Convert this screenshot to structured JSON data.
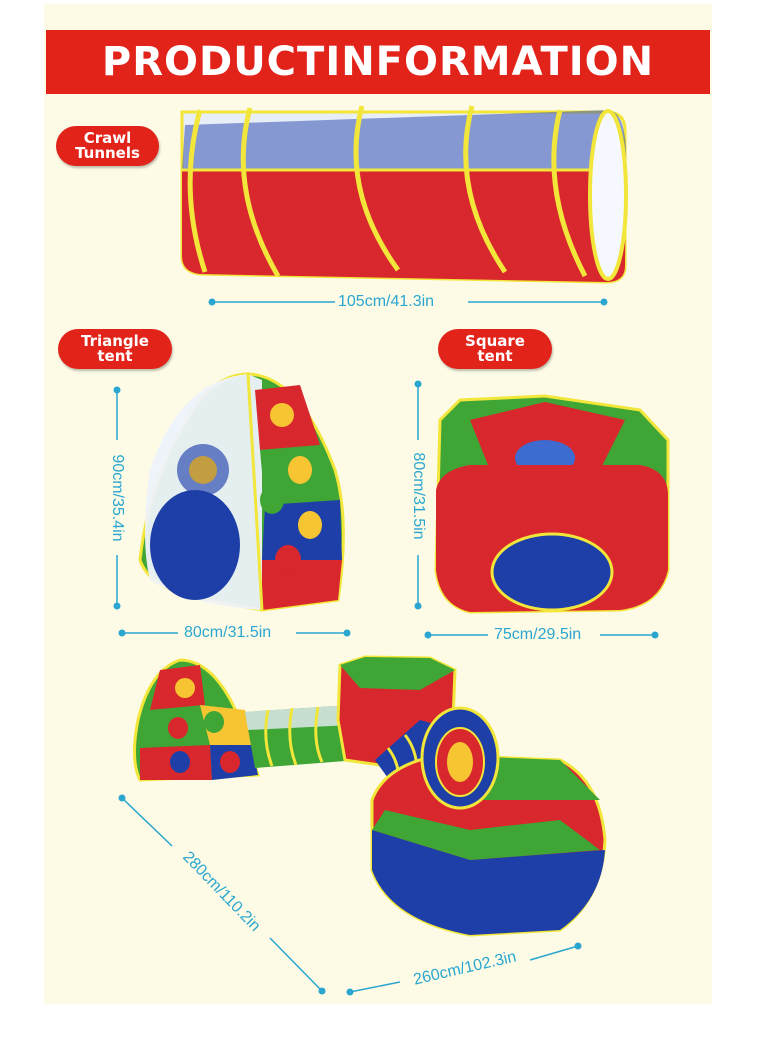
{
  "header": {
    "title": "PRODUCTINFORMATION"
  },
  "labels": {
    "crawl_line1": "Crawl",
    "crawl_line2": "Tunnels",
    "triangle_line1": "Triangle",
    "triangle_line2": "tent",
    "square_line1": "Square",
    "square_line2": "tent"
  },
  "dimensions": {
    "tunnel_length": "105cm/41.3in",
    "triangle_height": "90cm/35.4in",
    "triangle_width": "80cm/31.5in",
    "square_height": "80cm/31.5in",
    "square_width": "75cm/29.5in",
    "set_depth": "280cm/110.2in",
    "set_width": "260cm/102.3in"
  },
  "colors": {
    "brand_red": "#e2231a",
    "dimension_blue": "#2aa6d0",
    "background": "#fdfbe6",
    "tent_red": "#d9272e",
    "tent_green": "#3fa535",
    "tent_blue": "#1f3fa8",
    "trim_yellow": "#f2e63a"
  }
}
